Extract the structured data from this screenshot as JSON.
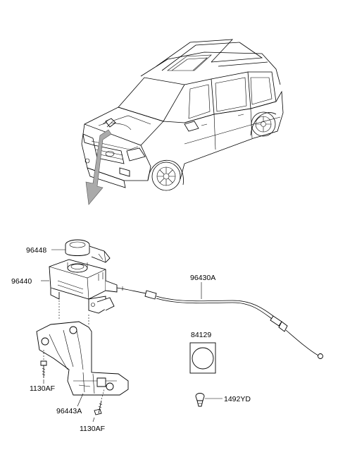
{
  "parts": {
    "p96448": "96448",
    "p96440": "96440",
    "p96430A": "96430A",
    "p84129": "84129",
    "p1130AF_upper": "1130AF",
    "p96443A": "96443A",
    "p1130AF_lower": "1130AF",
    "p1492YD": "1492YD"
  }
}
